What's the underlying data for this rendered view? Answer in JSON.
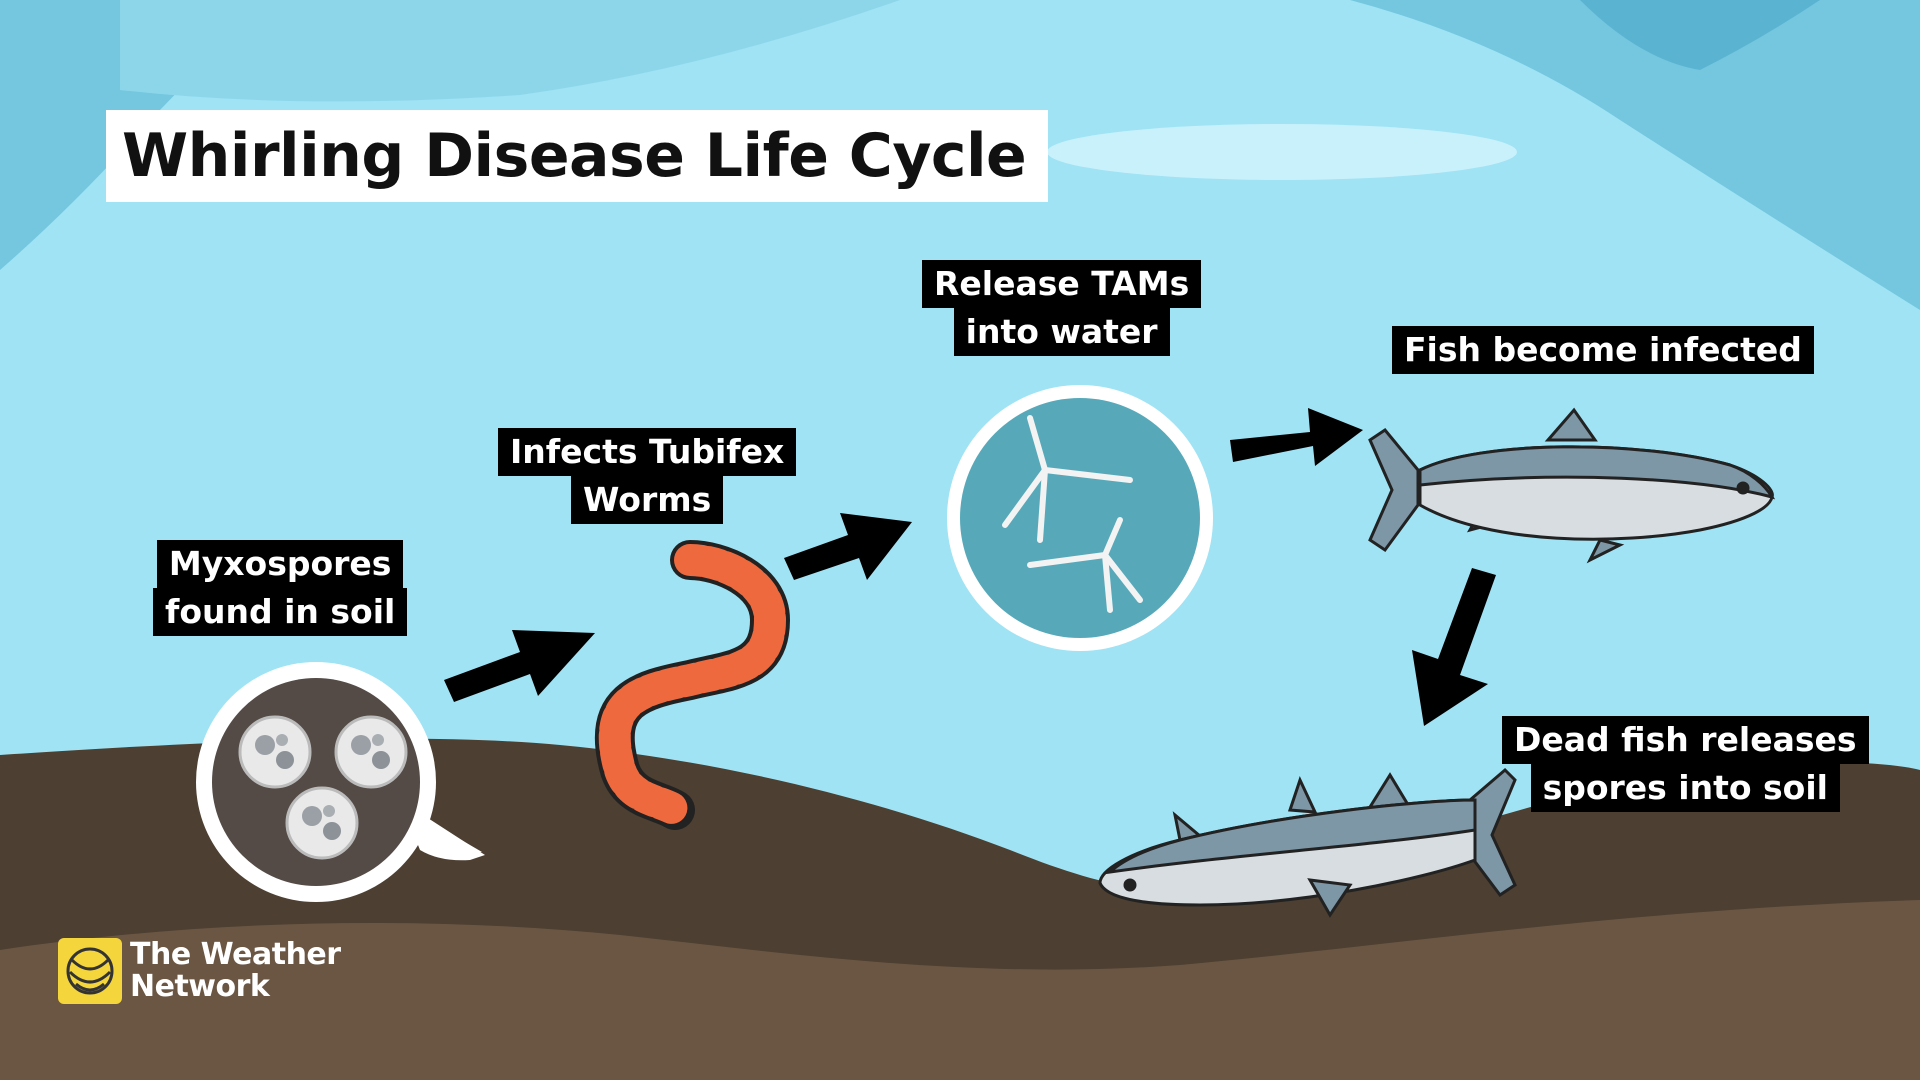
{
  "title": "Whirling Disease Life Cycle",
  "steps": {
    "myxospores": [
      "Myxospores",
      "found in soil"
    ],
    "tubifex": [
      "Infects Tubifex",
      "Worms"
    ],
    "tams": [
      "Release TAMs",
      "into water"
    ],
    "infected": [
      "Fish become infected"
    ],
    "dead_fish": [
      "Dead fish releases",
      "spores into soil"
    ]
  },
  "logo": {
    "line1": "The Weather",
    "line2": "Network"
  },
  "colors": {
    "water": "#9fe3f4",
    "soil_top": "#4d3f31",
    "soil_bottom": "#6b5643",
    "worm": "#ee6a3e",
    "fish_body": "#d7dde0",
    "fish_back": "#7d97a6",
    "tam_bg": "#57a9ba",
    "logo_yellow": "#f4d53b"
  }
}
